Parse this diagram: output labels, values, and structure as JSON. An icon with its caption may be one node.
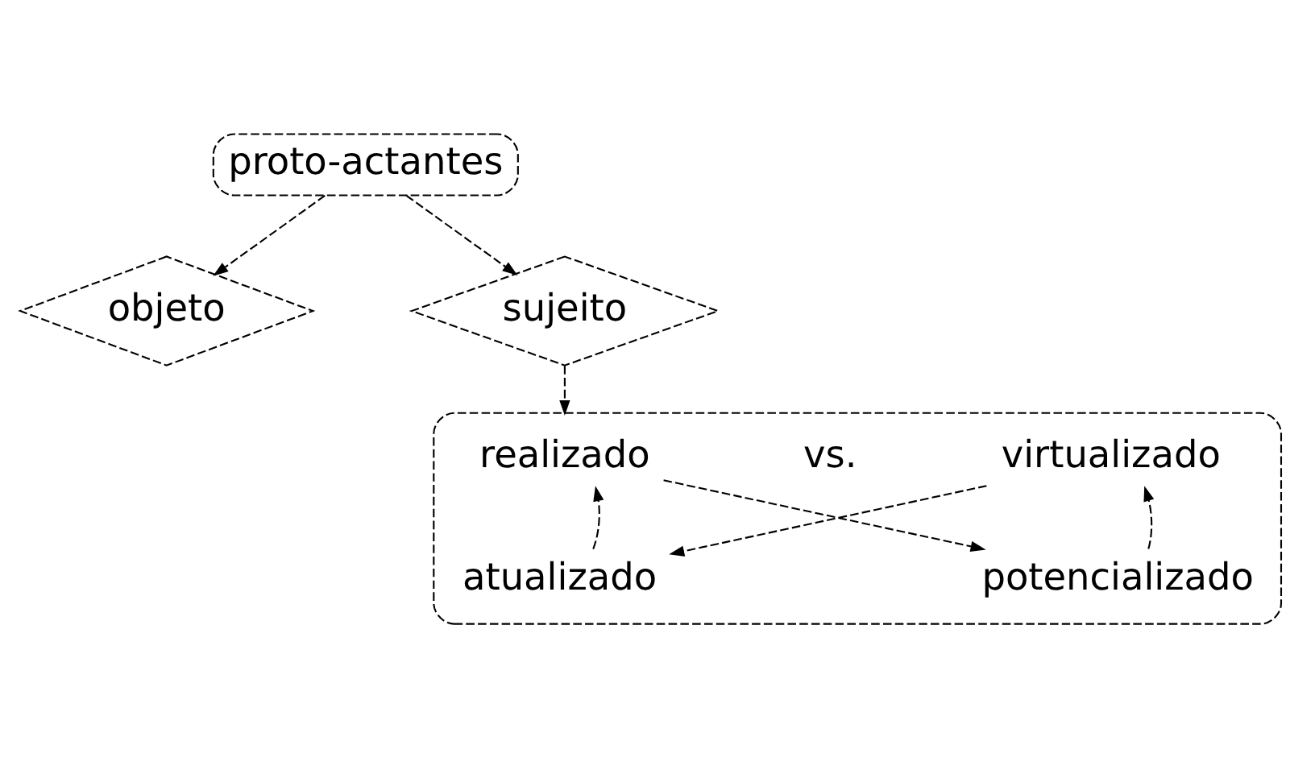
{
  "diagram": {
    "nodes": [
      {
        "text": [
          "proto-actantes"
        ]
      },
      {
        "text": [
          "objeto"
        ]
      },
      {
        "text": [
          "sujeito"
        ]
      },
      {
        "text": [],
        "shape": "box"
      },
      {
        "text": [
          "realizado"
        ],
        "in": 3
      },
      {
        "text": [
          "virtualizado"
        ],
        "in": 3
      },
      {
        "text": [
          "atualizado"
        ],
        "in": 3
      },
      {
        "text": [
          "potencializado"
        ],
        "in": 3
      }
    ],
    "edges": [
      {
        "from": 0,
        "to": 1,
        "arrow": "to"
      },
      {
        "from": 0,
        "to": 2,
        "arrow": "to"
      },
      {
        "from": 2,
        "to": 3,
        "arrow": "to"
      },
      {
        "from": 6,
        "to": 4,
        "arrow": "to"
      },
      {
        "from": 4,
        "to": 7,
        "arrow": "to"
      },
      {
        "from": 5,
        "to": 6,
        "arrow": "to"
      },
      {
        "from": 7,
        "to": 5,
        "arrow": "to"
      }
    ],
    "labels": [
      "vs."
    ]
  }
}
